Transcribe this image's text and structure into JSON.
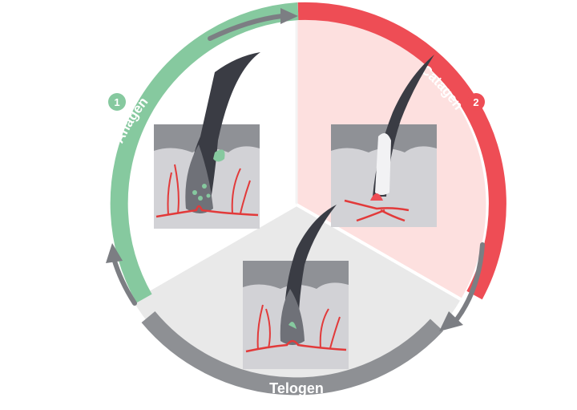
{
  "phases": [
    {
      "number": "1",
      "name": "Anagen",
      "color": "#86c99f",
      "fill": "#ffffff"
    },
    {
      "number": "2",
      "name": "Catagen",
      "color": "#ee4d55",
      "fill": "#fde0df"
    },
    {
      "number": "",
      "name": "Telogen",
      "color": "#8e9094",
      "fill": "#e9e9e9"
    }
  ],
  "colors": {
    "skin_gray": "#8f9196",
    "tissue_gray": "#cfcfd3",
    "hair_dark": "#3a3c44",
    "vessel_red": "#e23a3a",
    "cycle_arrow": "#7c7e83"
  },
  "icons": [
    "hair-follicle-anagen-icon",
    "hair-follicle-catagen-icon",
    "hair-follicle-telogen-icon",
    "cycle-arrow-icon"
  ]
}
